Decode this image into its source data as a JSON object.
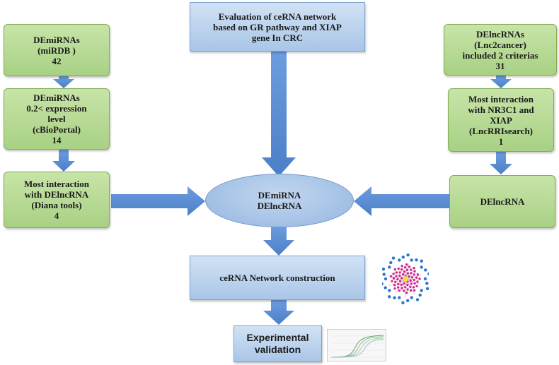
{
  "top_box": "Evaluation of ceRNA network\nbased on GR pathway and XIAP\ngene In CRC",
  "left_1": "DEmiRNAs\n(miRDB )\n42",
  "left_2": "DEmiRNAs\n0.2< expression\nlevel\n(cBioPortal)\n14",
  "left_3": "Most interaction\nwith DElncRNA\n(Diana tools)\n4",
  "right_1": "DElncRNAs\n(Lnc2cancer)\nincluded 2 criterias\n31",
  "right_2": "Most interaction\nwith NR3C1 and\nXIAP\n(LncRRIsearch)\n1",
  "right_3": "DElncRNA",
  "center": "DEmiRNA\nDElncRNA",
  "network_box": "ceRNA Network construction",
  "validation_box": "Experimental\nvalidation",
  "colors": {
    "green_fill": "#b7da95",
    "green_border": "#7fae55",
    "blue_fill": "#bdd3ee",
    "blue_border": "#7fa2cf",
    "arrow": "#5b8fd4",
    "network_pink": "#d02a8e",
    "network_blue": "#2e74d0",
    "network_center": "#e6e64a"
  },
  "icons": [
    "network-graph-icon",
    "amplification-curve-icon"
  ]
}
